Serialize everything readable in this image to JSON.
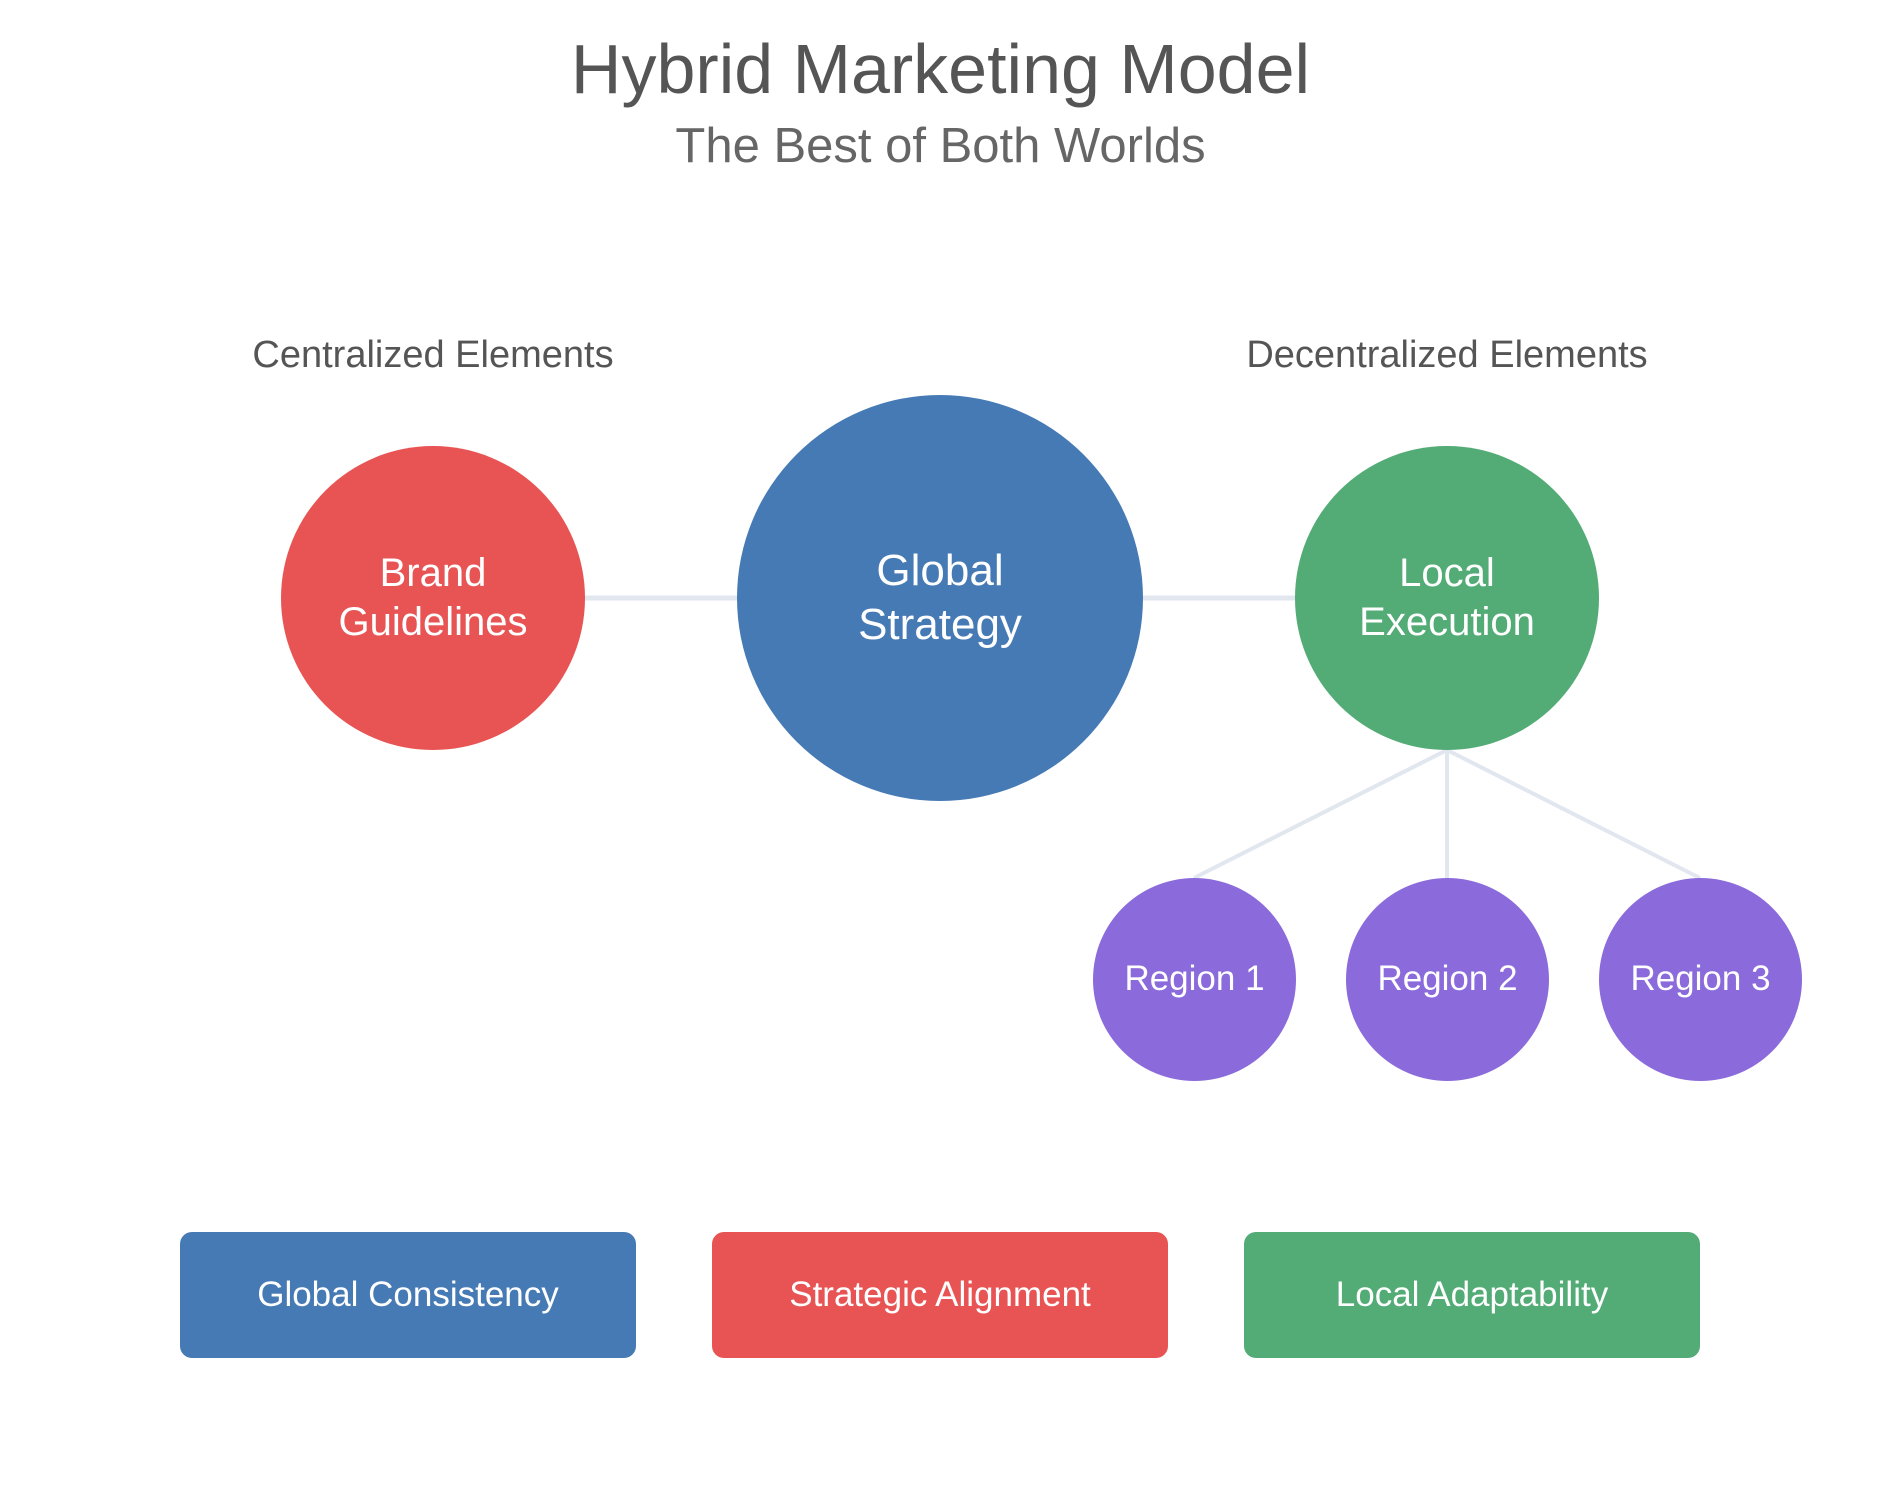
{
  "title": "Hybrid Marketing Model",
  "subtitle": "The Best of Both Worlds",
  "sections": {
    "centralized": "Centralized Elements",
    "decentralized": "Decentralized Elements"
  },
  "nodes": {
    "brand_guidelines": {
      "line1": "Brand",
      "line2": "Guidelines"
    },
    "global_strategy": {
      "line1": "Global",
      "line2": "Strategy"
    },
    "local_execution": {
      "line1": "Local",
      "line2": "Execution"
    },
    "regions": [
      "Region 1",
      "Region 2",
      "Region 3"
    ]
  },
  "benefits": [
    "Global Consistency",
    "Strategic Alignment",
    "Local Adaptability"
  ],
  "colors": {
    "blue": "#467ab5",
    "red": "#e85454",
    "green": "#53ab76",
    "purple": "#8b6bdb",
    "connector": "#e1e6ef",
    "title_text": "#555555"
  }
}
